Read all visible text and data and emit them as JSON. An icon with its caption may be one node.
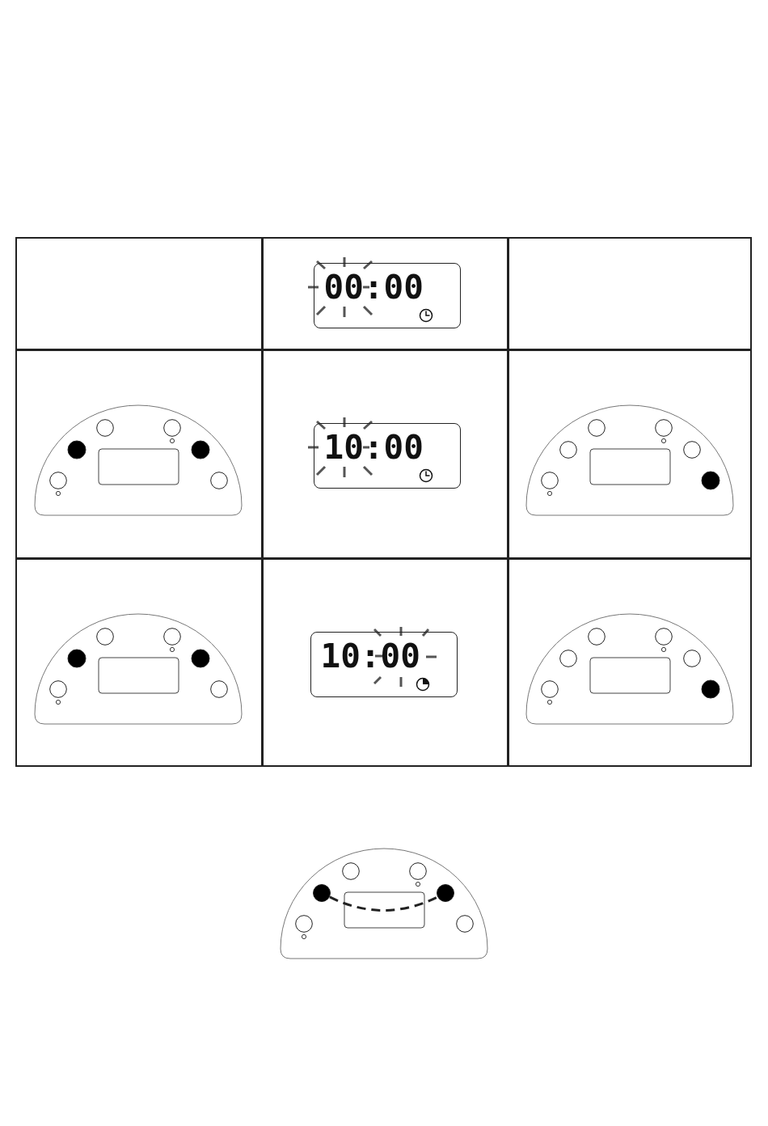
{
  "diagram": {
    "nodes": [
      {
        "text": [
          "00:00"
        ]
      },
      {
        "text": [
          "10:00"
        ]
      },
      {
        "text": [
          "10:00"
        ]
      },
      {
        "text": [],
        "shape": "circle"
      },
      {
        "text": [],
        "shape": "circle"
      }
    ],
    "edges": [
      {
        "from": 3,
        "to": 4,
        "arrow": "none",
        "style": "dashed"
      }
    ]
  }
}
